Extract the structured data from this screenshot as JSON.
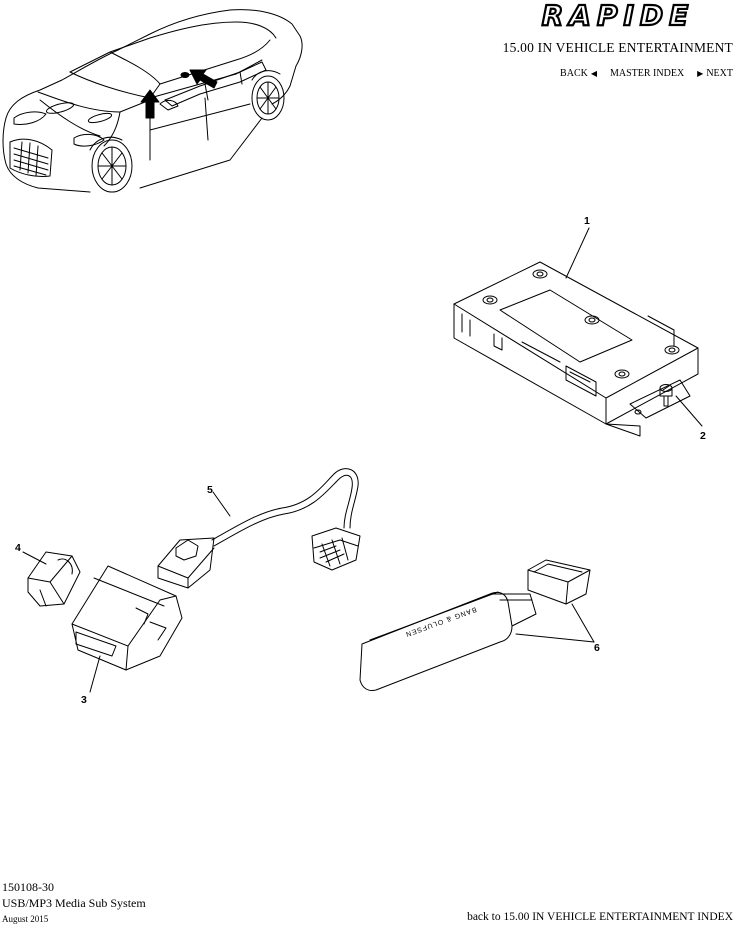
{
  "header": {
    "brand": "RAPIDE",
    "section_title": "15.00 IN VEHICLE ENTERTAINMENT",
    "nav": {
      "back": "BACK",
      "master_index": "MASTER INDEX",
      "next": "NEXT"
    }
  },
  "callouts": [
    "1",
    "2",
    "3",
    "4",
    "5",
    "6"
  ],
  "usb_stick_print": "BANG & OLUFSEN",
  "footer": {
    "code": "150108-30",
    "title": "USB/MP3 Media Sub System",
    "date": "August 2015",
    "back_link": "back to 15.00 IN VEHICLE ENTERTAINMENT INDEX"
  }
}
